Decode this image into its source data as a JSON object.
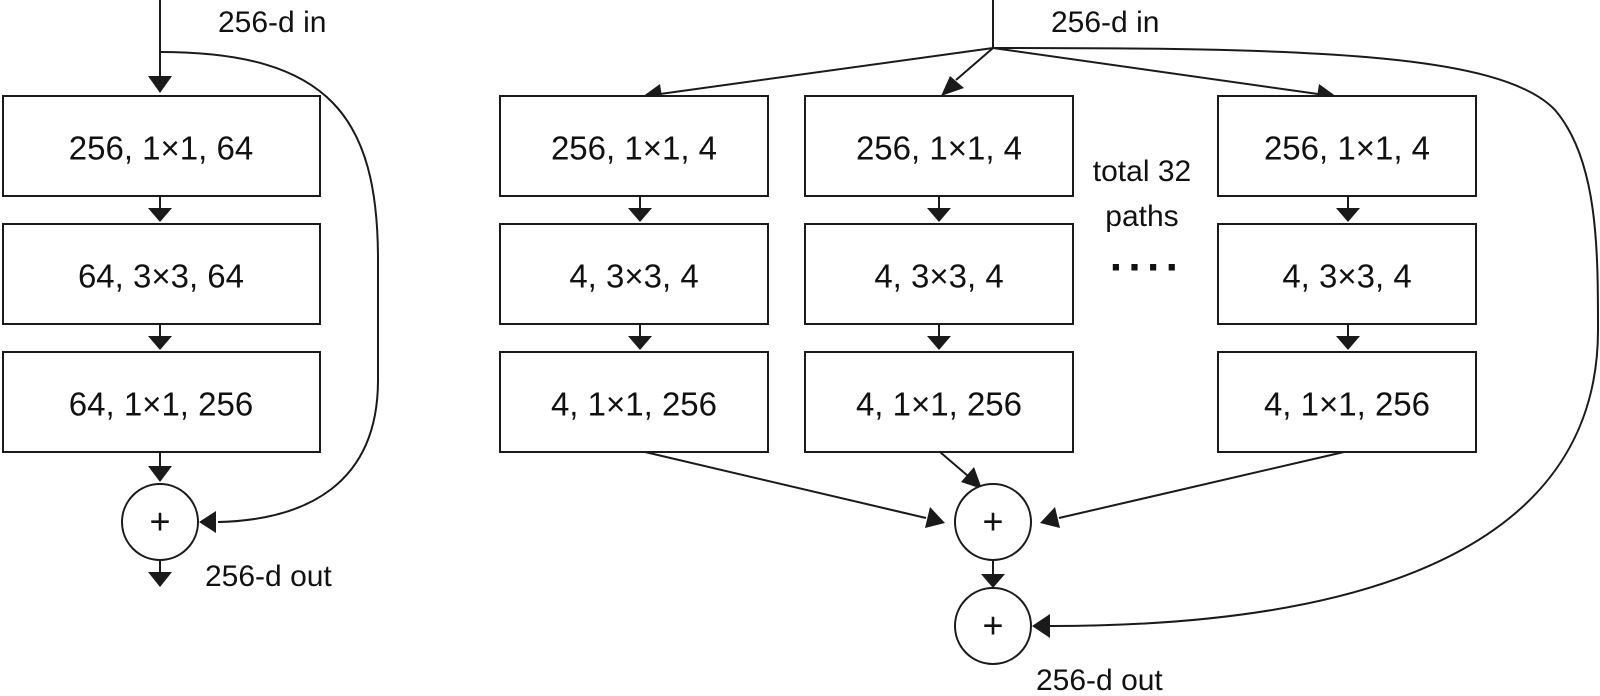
{
  "left_block": {
    "input_label": "256-d in",
    "layers": [
      "256, 1×1, 64",
      "64, 3×3, 64",
      "64, 1×1, 256"
    ],
    "sum_symbol": "+",
    "output_label": "256-d out"
  },
  "right_block": {
    "input_label": "256-d in",
    "paths": [
      {
        "layers": [
          "256, 1×1, 4",
          "4, 3×3, 4",
          "4, 1×1, 256"
        ]
      },
      {
        "layers": [
          "256, 1×1, 4",
          "4, 3×3, 4",
          "4, 1×1, 256"
        ]
      },
      {
        "layers": [
          "256, 1×1, 4",
          "4, 3×3, 4",
          "4, 1×1, 256"
        ]
      }
    ],
    "paths_note_line1": "total 32",
    "paths_note_line2": "paths",
    "ellipsis": "····",
    "sum_symbol": "+",
    "residual_sum_symbol": "+",
    "output_label": "256-d out"
  }
}
